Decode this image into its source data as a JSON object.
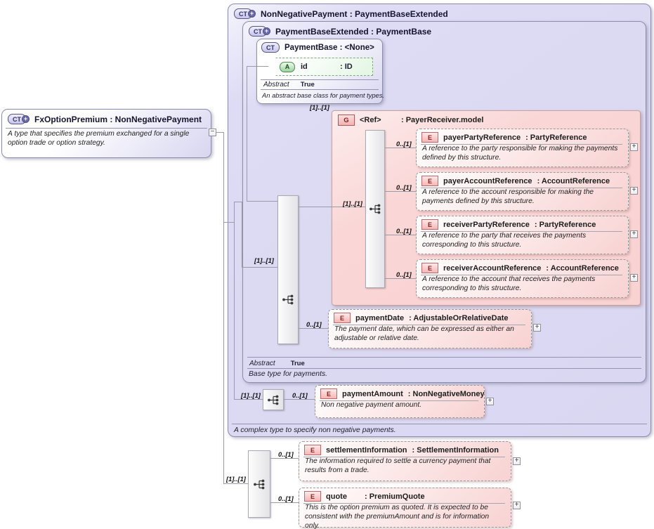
{
  "colors": {
    "complex_type_fill": "#d9d7f1",
    "group_fill": "#f9d2d2",
    "element_fill": "#f8d2d2",
    "attribute_fill": "#e3f6e3",
    "connector": "#9a9aa8"
  },
  "icons": {
    "complex_type": "CT",
    "element": "E",
    "group": "G",
    "attribute": "A",
    "expand": "+",
    "collapse": "−"
  },
  "fx_option_premium": {
    "title": "FxOptionPremium : NonNegativePayment",
    "description": "A type that specifies the premium exchanged for a single option trade or option strategy.",
    "sequence_cardinality": "[1]..[1]"
  },
  "non_negative_payment": {
    "title": "NonNegativePayment : PaymentBaseExtended",
    "footer": "A complex type to specify non negative payments.",
    "sequence_cardinality": "[1]..[1]"
  },
  "payment_base_extended": {
    "title": "PaymentBaseExtended : PaymentBase",
    "abstract_label": "Abstract",
    "abstract_value": "True",
    "footer": "Base type for payments.",
    "sequence_cardinality": "[1]..[1]"
  },
  "payment_base": {
    "title": "PaymentBase : <None>",
    "attribute": {
      "name": "id",
      "type": ": ID"
    },
    "abstract_label": "Abstract",
    "abstract_value": "True",
    "description": "An abstract base class for payment types."
  },
  "payer_receiver_group": {
    "cardinality": "[1]..[1]",
    "name": "<Ref>",
    "type": ": PayerReceiver.model",
    "sequence_cardinality": "[1]..[1]",
    "elements": [
      {
        "cardinality": "0..[1]",
        "name": "payerPartyReference",
        "type": ": PartyReference",
        "description": "A reference to the party responsible for making the payments defined by this structure."
      },
      {
        "cardinality": "0..[1]",
        "name": "payerAccountReference",
        "type": ": AccountReference",
        "description": "A reference to the account responsible for making the payments defined by this structure."
      },
      {
        "cardinality": "0..[1]",
        "name": "receiverPartyReference",
        "type": ": PartyReference",
        "description": "A reference to the party that receives the payments corresponding to this structure."
      },
      {
        "cardinality": "0..[1]",
        "name": "receiverAccountReference",
        "type": ": AccountReference",
        "description": "A reference to the account that receives the payments corresponding to this structure."
      }
    ]
  },
  "payment_date": {
    "cardinality": "0..[1]",
    "name": "paymentDate",
    "type": ": AdjustableOrRelativeDate",
    "description": "The payment date, which can be expressed as either an adjustable or relative date."
  },
  "payment_amount": {
    "cardinality": "0..[1]",
    "name": "paymentAmount",
    "type": ": NonNegativeMoney",
    "description": "Non negative payment amount."
  },
  "settlement_information": {
    "cardinality": "0..[1]",
    "name": "settlementInformation",
    "type": ": SettlementInformation",
    "description": "The information required to settle a currency payment that results from a trade."
  },
  "quote": {
    "cardinality": "0..[1]",
    "name": "quote",
    "type": ": PremiumQuote",
    "description": "This is the option premium as quoted. It is expected to be consistent with the premiumAmount and is for information only."
  }
}
